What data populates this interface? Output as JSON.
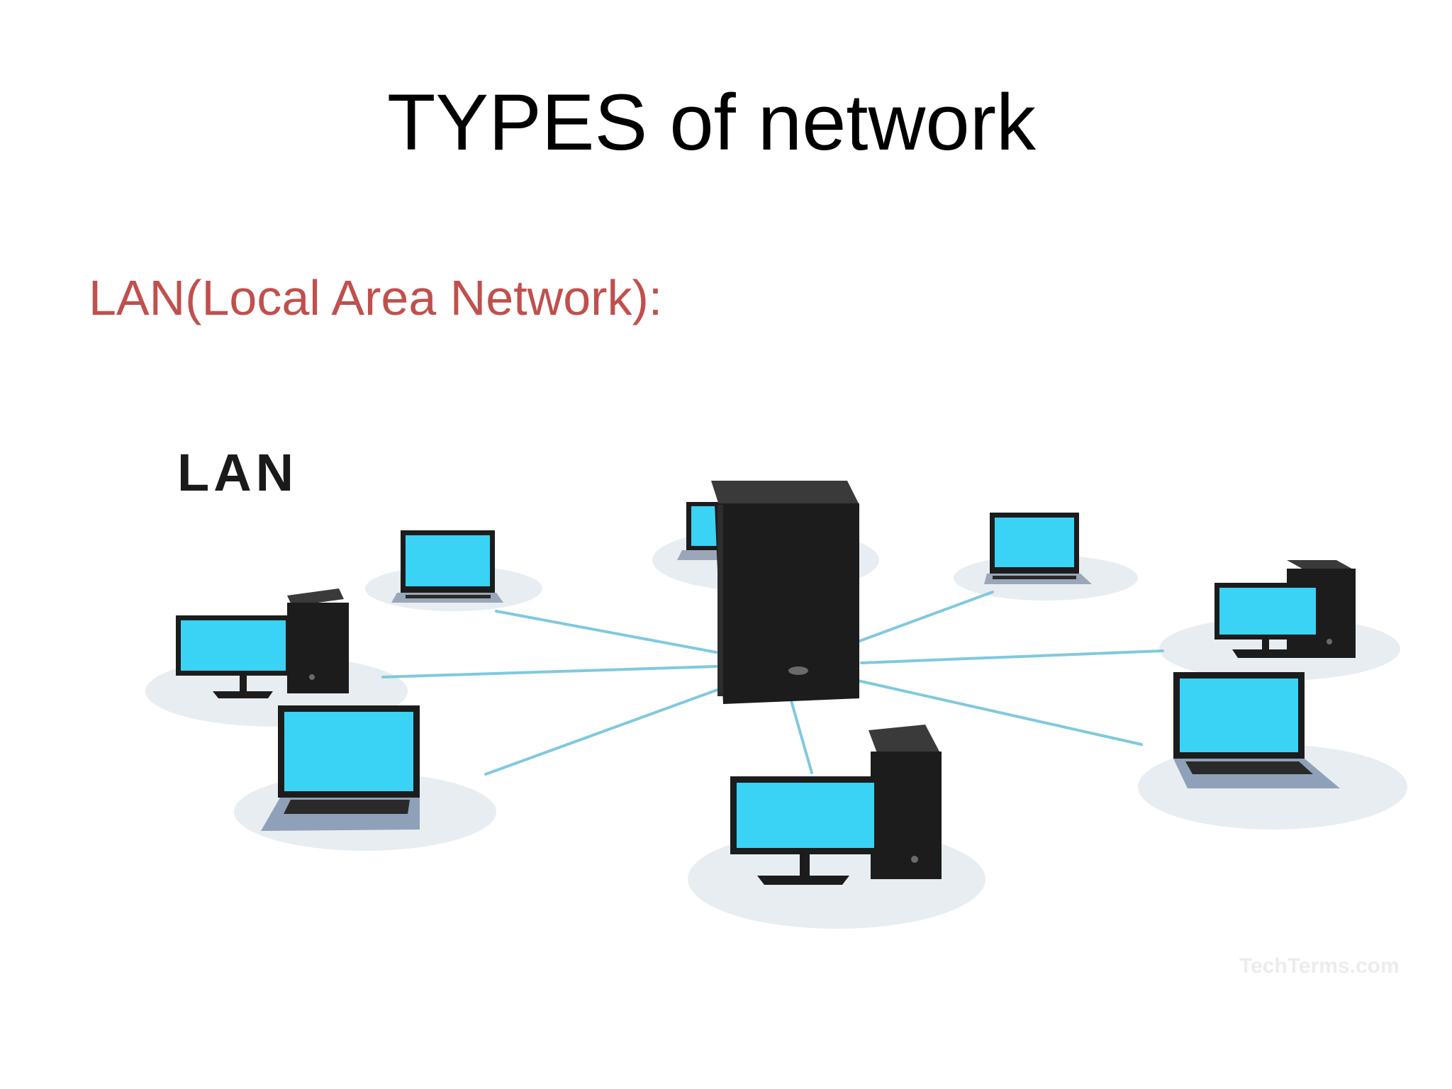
{
  "slide": {
    "title": "TYPES of network",
    "subtitle": "LAN(Local Area Network):"
  },
  "diagram": {
    "label": "LAN",
    "watermark": "TechTerms.com",
    "colors": {
      "screen": "#3ad3f5",
      "link": "#7fc9df",
      "hardware": "#1c1c1c",
      "shadow": "#e6ecf2"
    },
    "nodes": [
      {
        "id": "laptop-top-left",
        "kind": "laptop"
      },
      {
        "id": "desktop-left",
        "kind": "desktop"
      },
      {
        "id": "laptop-bottom-left",
        "kind": "laptop"
      },
      {
        "id": "laptop-behind-server",
        "kind": "laptop"
      },
      {
        "id": "desktop-bottom-center",
        "kind": "desktop"
      },
      {
        "id": "laptop-top-right",
        "kind": "laptop"
      },
      {
        "id": "desktop-right",
        "kind": "desktop"
      },
      {
        "id": "laptop-bottom-right",
        "kind": "laptop"
      }
    ],
    "hub": {
      "id": "server",
      "kind": "server"
    }
  }
}
